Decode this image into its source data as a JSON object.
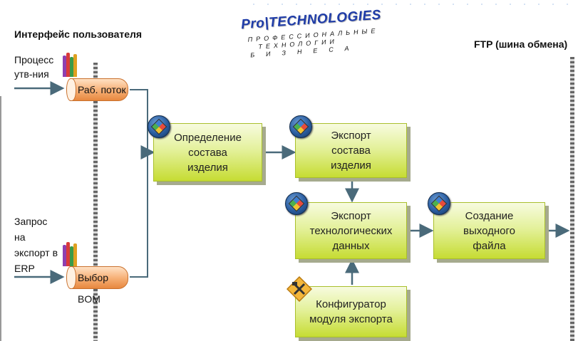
{
  "titles": {
    "ui": "Интерфейс пользователя",
    "ftp": "FTP (шина обмена)"
  },
  "logo": {
    "top": "Pro|TECHNOLOGIES",
    "line1": "ПРОФЕССИОНАЛЬНЫЕ",
    "line2": "ТЕХНОЛОГИИ",
    "line3": "БИЗНЕСА"
  },
  "inputs": {
    "process_line1": "Процесс",
    "process_line2": "утв-ния",
    "request_line1": "Запрос",
    "request_line2": "на",
    "request_line3": "экспорт в",
    "request_line4": "ERP"
  },
  "events": {
    "workflow": "Раб. поток",
    "bom": "Выбор BOM"
  },
  "tasks": {
    "define_line1": "Определение",
    "define_line2": "состава",
    "define_line3": "изделия",
    "export_comp_line1": "Экспорт",
    "export_comp_line2": "состава",
    "export_comp_line3": "изделия",
    "export_tech_line1": "Экспорт",
    "export_tech_line2": "технологических",
    "export_tech_line3": "данных",
    "create_line1": "Создание",
    "create_line2": "выходного",
    "create_line3": "файла",
    "config_line1": "Конфигуратор",
    "config_line2": "модуля экспорта"
  },
  "colors": {
    "task_green": "#c6dc33",
    "event_orange": "#e8883f",
    "arrow": "#4a6a7a"
  }
}
